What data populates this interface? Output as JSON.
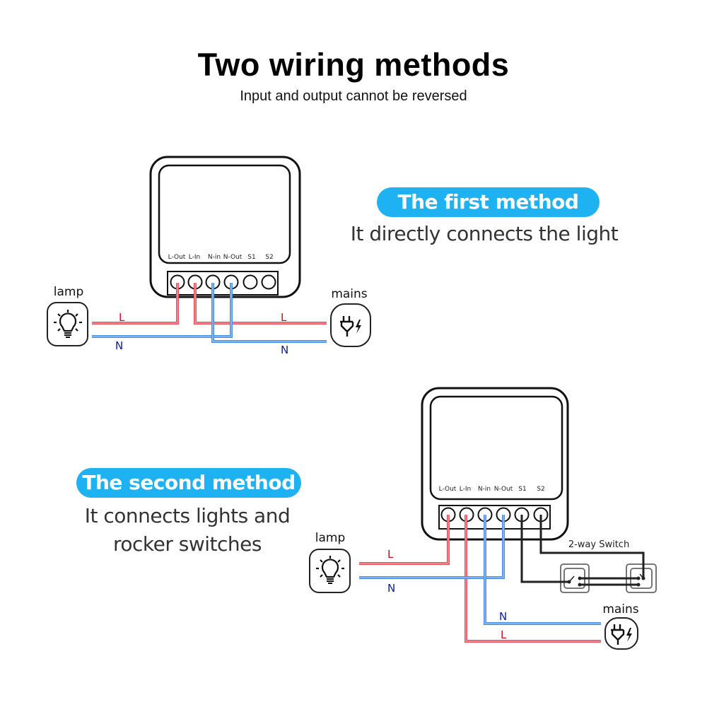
{
  "header": {
    "title": "Two wiring methods",
    "subtitle": "Input and output cannot be reversed"
  },
  "method1": {
    "badge": "The first method",
    "description": "It directly connects the light",
    "terminals": [
      "L-Out",
      "L-In",
      "N-in",
      "N-Out",
      "S1",
      "S2"
    ],
    "lamp_label": "lamp",
    "mains_label": "mains",
    "wire_labels": {
      "lamp_live": "L",
      "lamp_neutral": "N",
      "mains_live": "L",
      "mains_neutral": "N"
    },
    "icons": {
      "lamp": "lightbulb-icon",
      "mains": "power-plug-icon"
    }
  },
  "method2": {
    "badge": "The second method",
    "description_line1": "It connects lights and",
    "description_line2": "rocker switches",
    "terminals": [
      "L-Out",
      "L-In",
      "N-in",
      "N-Out",
      "S1",
      "S2"
    ],
    "lamp_label": "lamp",
    "mains_label": "mains",
    "switch_label": "2-way Switch",
    "wire_labels": {
      "lamp_live": "L",
      "lamp_neutral": "N",
      "mains_neutral": "N",
      "mains_live": "L"
    },
    "icons": {
      "lamp": "lightbulb-icon",
      "mains": "power-plug-icon",
      "switch": "rocker-switch-icon"
    }
  },
  "colors": {
    "live_wire": "#e8505b",
    "neutral_wire": "#4a8fe7",
    "switch_wire": "#222222",
    "badge": "#1fb2f2",
    "live_label": "#c0141c",
    "neutral_label": "#0b1d9c"
  }
}
